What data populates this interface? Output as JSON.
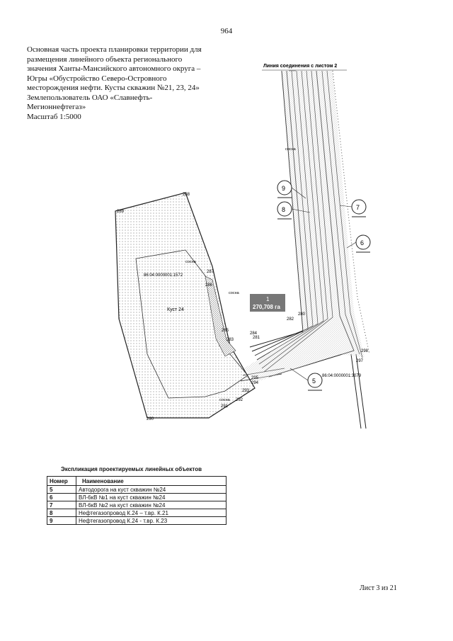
{
  "page_number": "964",
  "title_lines": [
    "Основная часть проекта планировки территории для",
    "размещения линейного объекта регионального",
    "значения Ханты-Мансийского автономного округа –",
    "Югры «Обустройство Северо-Островного",
    "месторождения нефти. Кусты скважин №21, 23, 24»",
    "Землепользователь ОАО «Славнефть-",
    "Мегионнефтегаз»",
    "Масштаб 1:5000"
  ],
  "map": {
    "join_line_label": "Линия соединения с листом 2",
    "area_number": "1",
    "area_value": "270,708 га",
    "pad_label": "Куст 24",
    "cadastral_left": "86:04:0000001:1572",
    "cadastral_right": "86:04:0000001:3079",
    "vegetation": [
      "сосна",
      "сосна",
      "сосна",
      "сосна"
    ],
    "callouts": [
      "9",
      "8",
      "7",
      "6",
      "5"
    ],
    "points": [
      "288",
      "289",
      "287",
      "286",
      "285",
      "283",
      "284",
      "282",
      "281",
      "280",
      "298",
      "297",
      "295",
      "294",
      "293",
      "292",
      "291",
      "290"
    ],
    "colors": {
      "hatch": "#666666",
      "line": "#222222",
      "label_bg": "#777777"
    }
  },
  "legend": {
    "title": "Экспликация проектируемых линейных объектов",
    "headers": [
      "Номер",
      "Наименование"
    ],
    "rows": [
      {
        "num": "5",
        "name": "Автодорога на куст скважин №24"
      },
      {
        "num": "6",
        "name": "ВЛ-6кВ №1 на куст скважин №24"
      },
      {
        "num": "7",
        "name": "ВЛ-6кВ №2 на куст скважин №24"
      },
      {
        "num": "8",
        "name": "Нефтегазопровод К.24 – т.вр. К.21"
      },
      {
        "num": "9",
        "name": "Нефтегазопровод К.24 - т.вр. К.23"
      }
    ]
  },
  "sheet_label": "Лист 3 из 21"
}
